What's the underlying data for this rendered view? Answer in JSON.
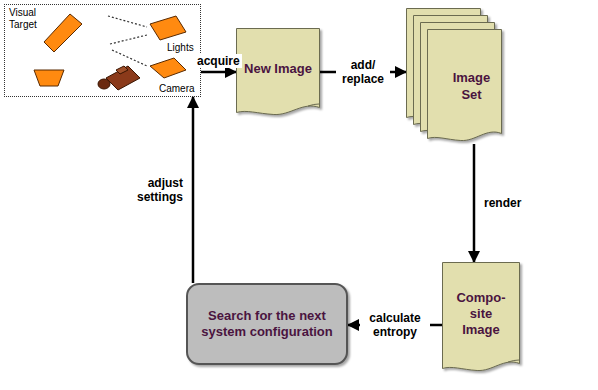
{
  "diagram": {
    "nodes": [
      {
        "text": [
          "Visual Target",
          "Lights",
          "Camera"
        ]
      },
      {
        "text": [
          "New Image"
        ]
      },
      {
        "text": [
          "Image Set"
        ]
      },
      {
        "text": [
          "Compo- site Image"
        ]
      },
      {
        "text": [
          "Search for the next system configuration"
        ]
      }
    ],
    "edges": [
      {
        "from": 0,
        "to": 1,
        "label": "acquire",
        "arrow": "to"
      },
      {
        "from": 1,
        "to": 2,
        "label": "add/ replace",
        "arrow": "to"
      },
      {
        "from": 2,
        "to": 3,
        "label": "render",
        "arrow": "to"
      },
      {
        "from": 3,
        "to": 4,
        "label": "calculate entropy",
        "arrow": "to"
      },
      {
        "from": 4,
        "to": 0,
        "label": "adjust settings",
        "arrow": "to"
      }
    ]
  }
}
